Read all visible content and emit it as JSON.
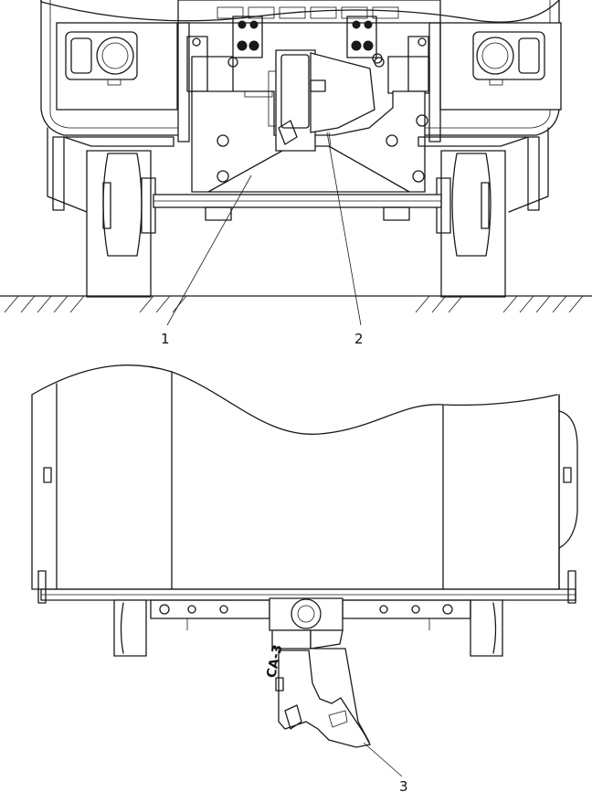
{
  "callouts": [
    {
      "id": "1",
      "label": "1"
    },
    {
      "id": "2",
      "label": "2"
    },
    {
      "id": "3",
      "label": "3"
    }
  ],
  "coupler_stamp": "CA-3",
  "colors": {
    "line": "#1a1a1a",
    "background": "#ffffff"
  }
}
